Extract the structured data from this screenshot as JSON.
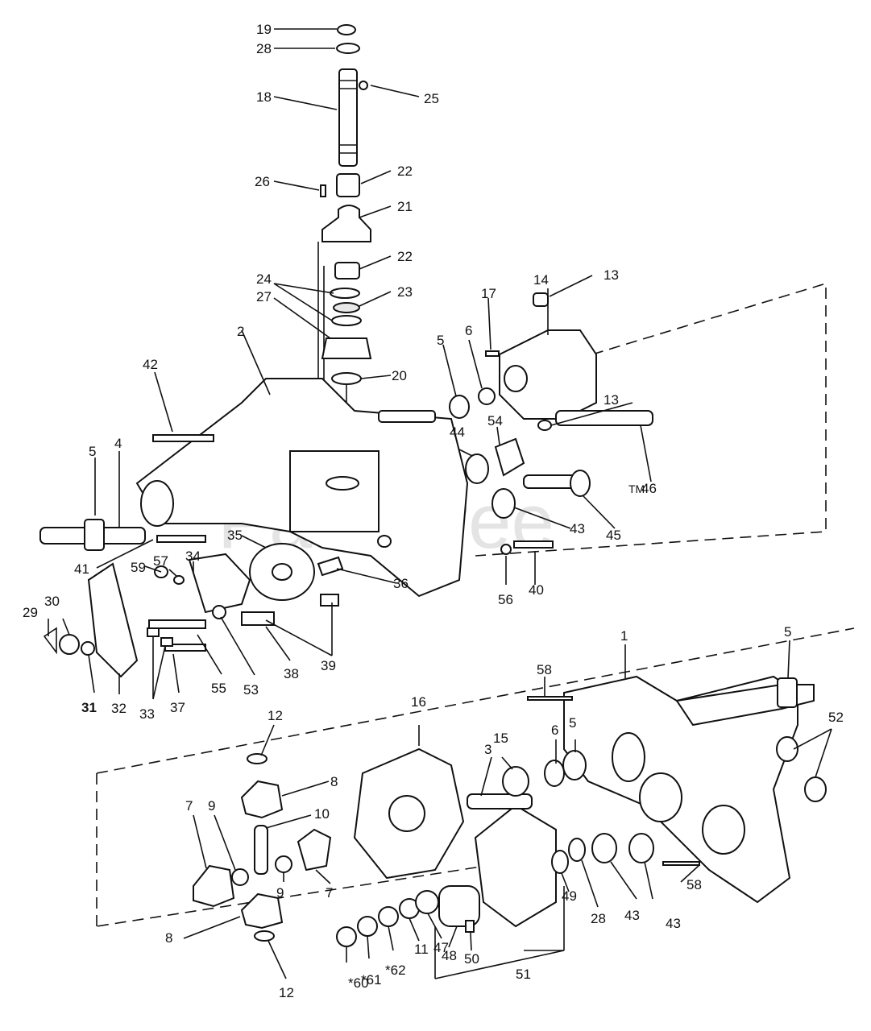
{
  "watermark": {
    "text": "PartsTree",
    "tm": "TM"
  },
  "colors": {
    "ink": "#111111",
    "paper": "#ffffff",
    "watermark": "#cfcfcf"
  },
  "labels": {
    "l19": "19",
    "l28a": "28",
    "l25": "25",
    "l18": "18",
    "l22a": "22",
    "l26": "26",
    "l21": "21",
    "l22b": "22",
    "l24": "24",
    "l23": "23",
    "l27": "27",
    "l13a": "13",
    "l14": "14",
    "l17": "17",
    "l6a": "6",
    "l5a": "5",
    "l20": "20",
    "l2": "2",
    "l42": "42",
    "l13b": "13",
    "l54": "54",
    "l44": "44",
    "l46": "46",
    "l5b": "5",
    "l4": "4",
    "l43a": "43",
    "l45": "45",
    "l41": "41",
    "l35": "35",
    "l40": "40",
    "l56": "56",
    "l36": "36",
    "l59": "59",
    "l57": "57",
    "l34": "34",
    "l30": "30",
    "l29": "29",
    "l39": "39",
    "l1": "1",
    "l5c": "5",
    "l38": "38",
    "l53": "53",
    "l55": "55",
    "l37": "37",
    "l33": "33",
    "l31": "31",
    "l32": "32",
    "l58a": "58",
    "l16": "16",
    "l52": "52",
    "l12a": "12",
    "l15": "15",
    "l3": "3",
    "l6b": "6",
    "l5d": "5",
    "l8a": "8",
    "l10": "10",
    "l9a": "9",
    "l7a": "7",
    "l9b": "9",
    "l7b": "7",
    "l58b": "58",
    "l49": "49",
    "l28b": "28",
    "l43b": "43",
    "l43c": "43",
    "l8b": "8",
    "l48": "48",
    "l47": "47",
    "l11": "11",
    "l62": "*62",
    "l61": "*61",
    "l60": "*60",
    "l50": "50",
    "l51": "51",
    "l12b": "12"
  }
}
